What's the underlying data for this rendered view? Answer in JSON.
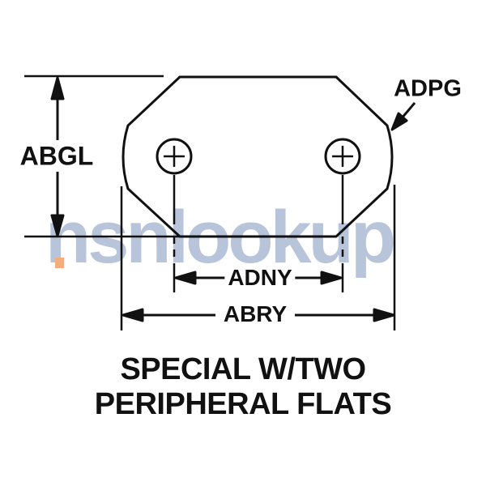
{
  "watermark": {
    "text": "nsnlookup",
    "color": "#b8c4d9",
    "logo_square_color": "#f4ad7b"
  },
  "diagram": {
    "labels": {
      "height_dim": "ABGL",
      "periphery_callout": "ADPG",
      "hole_spacing_dim": "ADNY",
      "width_dim": "ABRY"
    },
    "caption": {
      "line1": "SPECIAL W/TWO",
      "line2": "PERIPHERAL FLATS"
    },
    "line_color": "#111111"
  }
}
